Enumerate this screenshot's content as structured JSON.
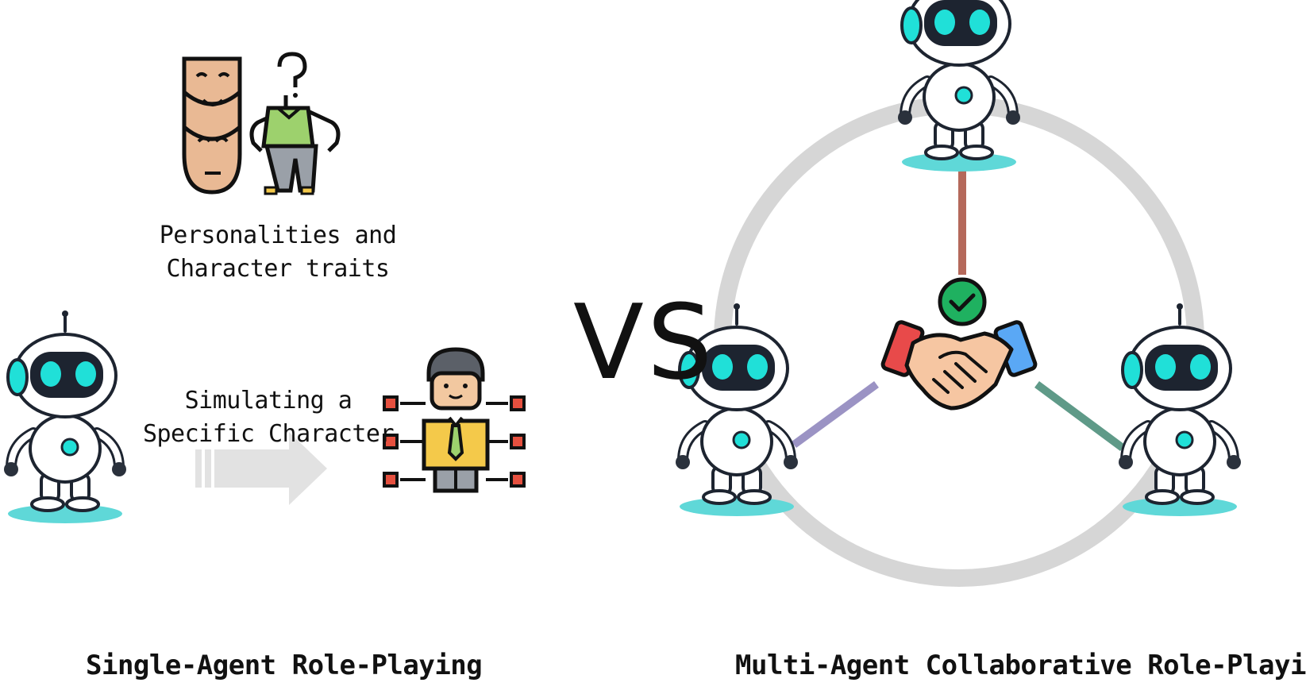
{
  "left": {
    "personality_label_line1": "Personalities and",
    "personality_label_line2": "Character traits",
    "simulating_label_line1": "Simulating a",
    "simulating_label_line2": "Specific Character",
    "caption": "Single-Agent Role-Playing"
  },
  "center": {
    "vs": "VS"
  },
  "right": {
    "caption": "Multi-Agent Collaborative Role-Playing"
  },
  "icons": [
    "robot-icon",
    "masks-icon",
    "faceless-person-icon",
    "question-mark-icon",
    "arrow-right-icon",
    "character-checklist-icon",
    "checkmark-icon",
    "handshake-icon"
  ],
  "colors": {
    "robot_body": "#ffffff",
    "robot_face": "#1d2430",
    "robot_eye": "#20e0d8",
    "robot_shadow": "#5fd8d8",
    "ring": "#d6d6d6",
    "link_top": "#b5695b",
    "link_left": "#9b93c4",
    "link_right": "#5f9a88",
    "check_green": "#1fb160",
    "mask": "#e9b994",
    "shirt_green": "#9dd16d",
    "shirt_yellow": "#f4c94a",
    "checkbox_red": "#e6503f",
    "arrow_gray": "#e2e2e2"
  }
}
